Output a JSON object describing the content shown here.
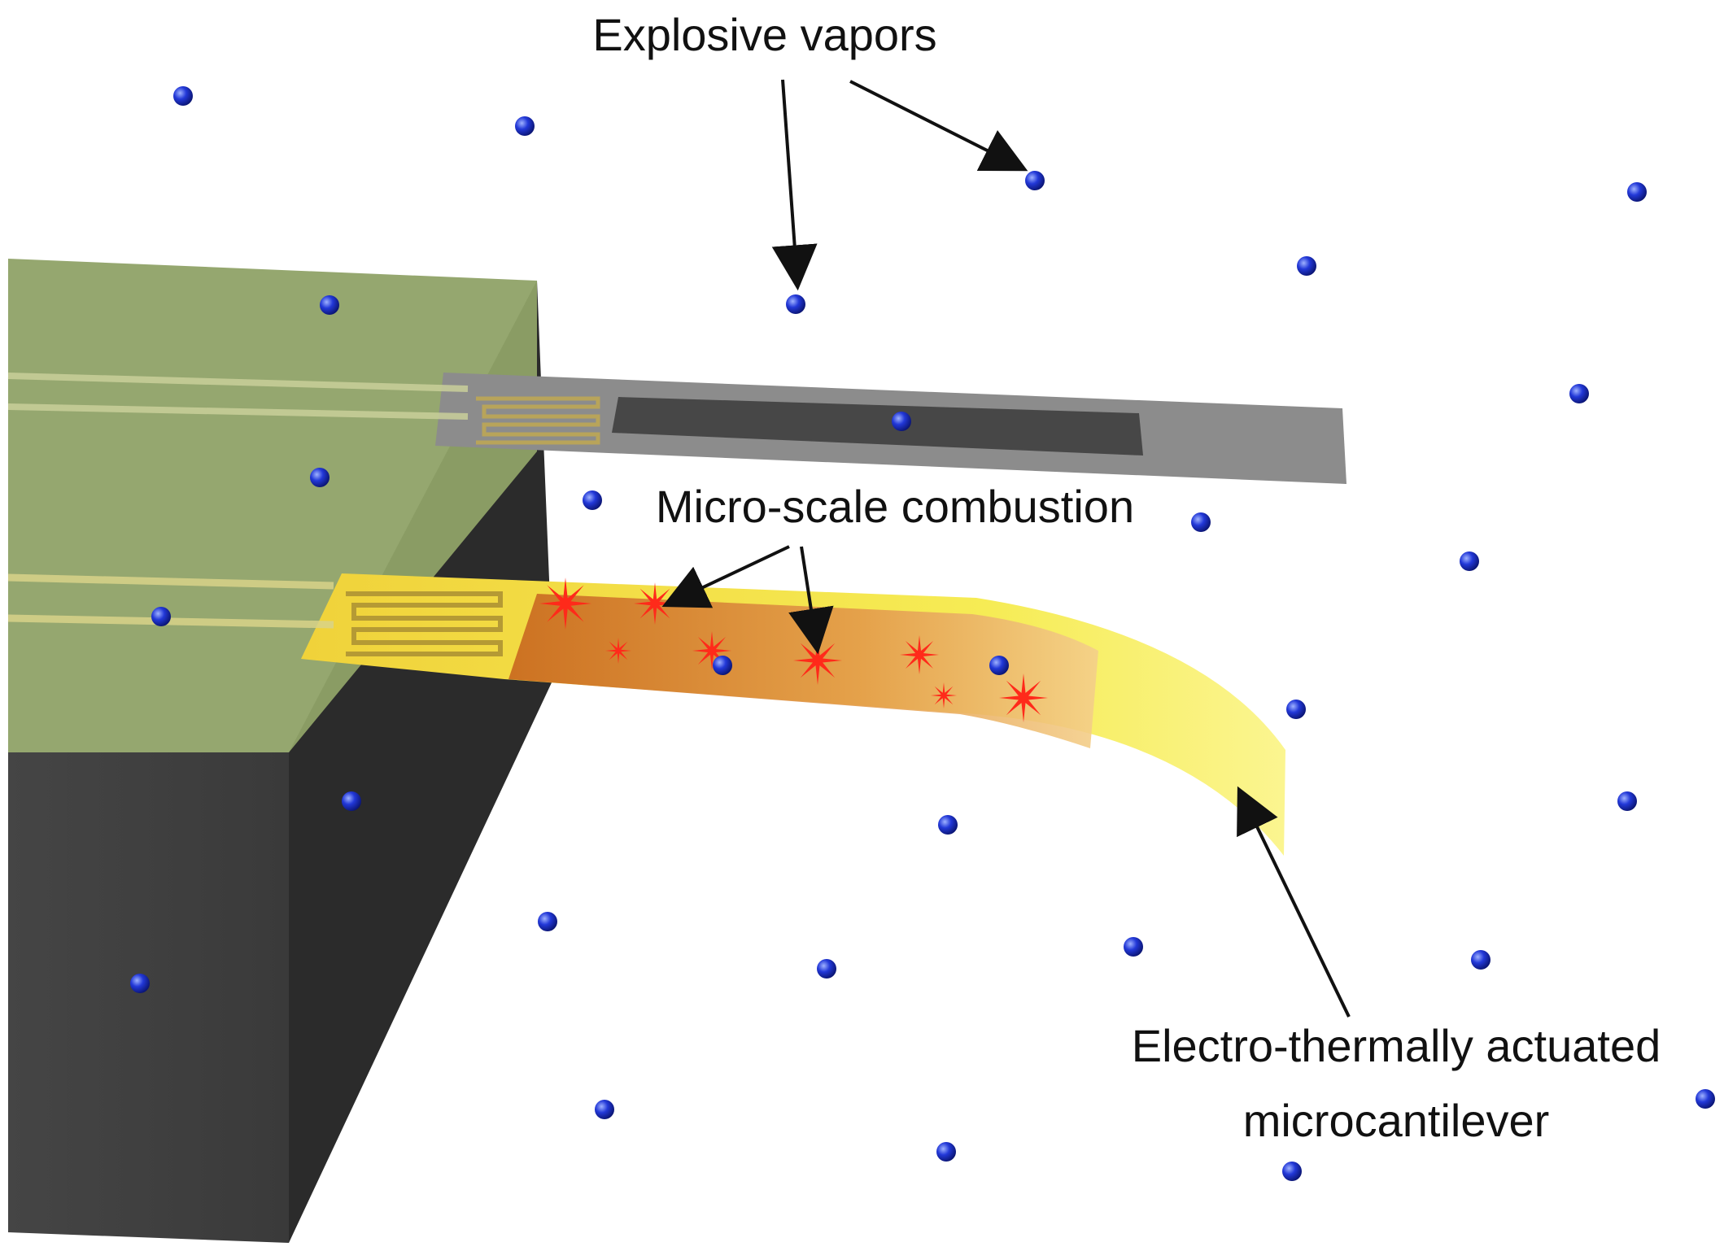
{
  "labels": {
    "vapors": "Explosive vapors",
    "combustion": "Micro-scale combustion",
    "cantilever_line1": "Electro-thermally actuated",
    "cantilever_line2": "microcantilever"
  },
  "colors": {
    "substrate_front": "#3c3c3c",
    "substrate_side": "#2a2a2a",
    "substrate_top": "#8a9a5b",
    "cantilever_idle": "#8c8c8c",
    "cantilever_idle_pad": "#4a4a4a",
    "cantilever_active": "#f3ec3a",
    "cantilever_active_pad": "#d9822b",
    "heater_trace": "#c8b24a",
    "spark": "#ff2a1a",
    "molecule": "#1a2fd0",
    "arrow": "#111111"
  },
  "icons": {
    "molecule": "blue-sphere-icon",
    "spark": "starburst-icon"
  }
}
